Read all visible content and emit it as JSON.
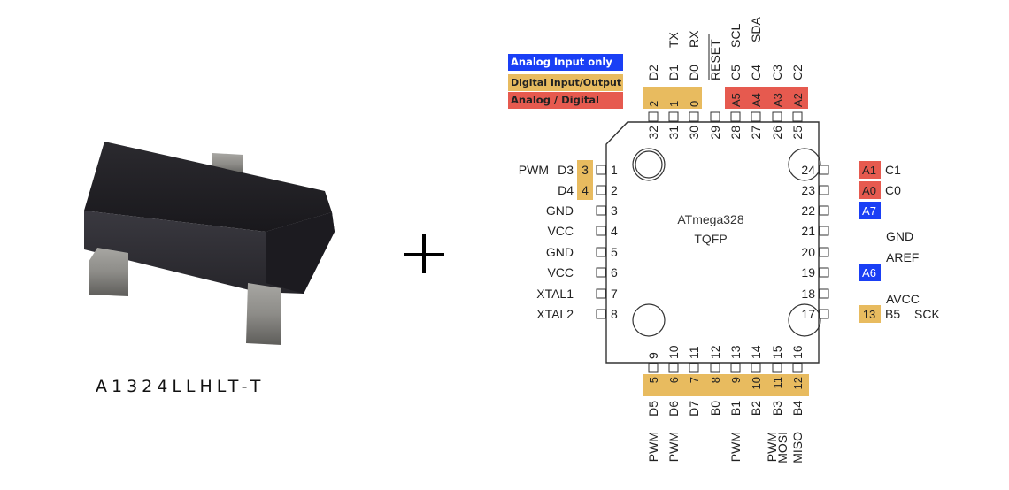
{
  "component": {
    "part_number": "A1324LLHLT-T",
    "image": "sot-23-package-photo"
  },
  "operator": "+",
  "legend": [
    {
      "label": "Analog Input only",
      "color": "#1a3ff5",
      "text_color": "#ffffff"
    },
    {
      "label": "Digital Input/Output",
      "color": "#e8bb5f",
      "text_color": "#222222"
    },
    {
      "label": "Analog / Digital",
      "color": "#e65a4f",
      "text_color": "#222222"
    }
  ],
  "chip": {
    "name": "ATmega328",
    "package": "TQFP"
  },
  "colors": {
    "analog_only": "#1a3ff5",
    "digital": "#e8bb5f",
    "analog_digital": "#e65a4f",
    "outline": "#333333"
  },
  "pins": {
    "left": [
      {
        "num": "1",
        "arduino": "3",
        "port": "D3",
        "func": "PWM",
        "kind": "digital"
      },
      {
        "num": "2",
        "arduino": "4",
        "port": "D4",
        "func": "",
        "kind": "digital"
      },
      {
        "num": "3",
        "arduino": "",
        "port": "GND",
        "func": "",
        "kind": ""
      },
      {
        "num": "4",
        "arduino": "",
        "port": "VCC",
        "func": "",
        "kind": ""
      },
      {
        "num": "5",
        "arduino": "",
        "port": "GND",
        "func": "",
        "kind": ""
      },
      {
        "num": "6",
        "arduino": "",
        "port": "VCC",
        "func": "",
        "kind": ""
      },
      {
        "num": "7",
        "arduino": "",
        "port": "XTAL1",
        "func": "",
        "kind": ""
      },
      {
        "num": "8",
        "arduino": "",
        "port": "XTAL2",
        "func": "",
        "kind": ""
      }
    ],
    "bottom": [
      {
        "num": "9",
        "arduino": "5",
        "port": "D5",
        "func": "PWM",
        "kind": "digital"
      },
      {
        "num": "10",
        "arduino": "6",
        "port": "D6",
        "func": "PWM",
        "kind": "digital"
      },
      {
        "num": "11",
        "arduino": "7",
        "port": "D7",
        "func": "",
        "kind": "digital"
      },
      {
        "num": "12",
        "arduino": "8",
        "port": "B0",
        "func": "",
        "kind": "digital"
      },
      {
        "num": "13",
        "arduino": "9",
        "port": "B1",
        "func": "PWM",
        "kind": "digital"
      },
      {
        "num": "14",
        "arduino": "10",
        "port": "B2",
        "func": "",
        "kind": "digital"
      },
      {
        "num": "15",
        "arduino": "11",
        "port": "B3",
        "func": "PWM MOSI",
        "kind": "digital"
      },
      {
        "num": "16",
        "arduino": "12",
        "port": "B4",
        "func": "MISO",
        "kind": "digital"
      }
    ],
    "right": [
      {
        "num": "17",
        "arduino": "13",
        "port": "B5",
        "func": "SCK",
        "kind": "digital"
      },
      {
        "num": "18",
        "arduino": "",
        "port": "AVCC",
        "func": "",
        "kind": ""
      },
      {
        "num": "19",
        "arduino": "A6",
        "port": "",
        "func": "",
        "kind": "analog_only"
      },
      {
        "num": "20",
        "arduino": "",
        "port": "AREF",
        "func": "",
        "kind": ""
      },
      {
        "num": "21",
        "arduino": "",
        "port": "GND",
        "func": "",
        "kind": ""
      },
      {
        "num": "22",
        "arduino": "A7",
        "port": "",
        "func": "",
        "kind": "analog_only"
      },
      {
        "num": "23",
        "arduino": "A0",
        "port": "C0",
        "func": "",
        "kind": "analog_digital"
      },
      {
        "num": "24",
        "arduino": "A1",
        "port": "C1",
        "func": "",
        "kind": "analog_digital"
      }
    ],
    "top": [
      {
        "num": "25",
        "arduino": "A2",
        "port": "C2",
        "func": "",
        "kind": "analog_digital"
      },
      {
        "num": "26",
        "arduino": "A3",
        "port": "C3",
        "func": "",
        "kind": "analog_digital"
      },
      {
        "num": "27",
        "arduino": "A4",
        "port": "C4",
        "func": "SDA",
        "kind": "analog_digital"
      },
      {
        "num": "28",
        "arduino": "A5",
        "port": "C5",
        "func": "SCL",
        "kind": "analog_digital"
      },
      {
        "num": "29",
        "arduino": "",
        "port": "RESET",
        "func": "",
        "kind": "",
        "overline": true
      },
      {
        "num": "30",
        "arduino": "0",
        "port": "D0",
        "func": "RX",
        "kind": "digital"
      },
      {
        "num": "31",
        "arduino": "1",
        "port": "D1",
        "func": "TX",
        "kind": "digital"
      },
      {
        "num": "32",
        "arduino": "2",
        "port": "D2",
        "func": "",
        "kind": "digital"
      }
    ]
  }
}
